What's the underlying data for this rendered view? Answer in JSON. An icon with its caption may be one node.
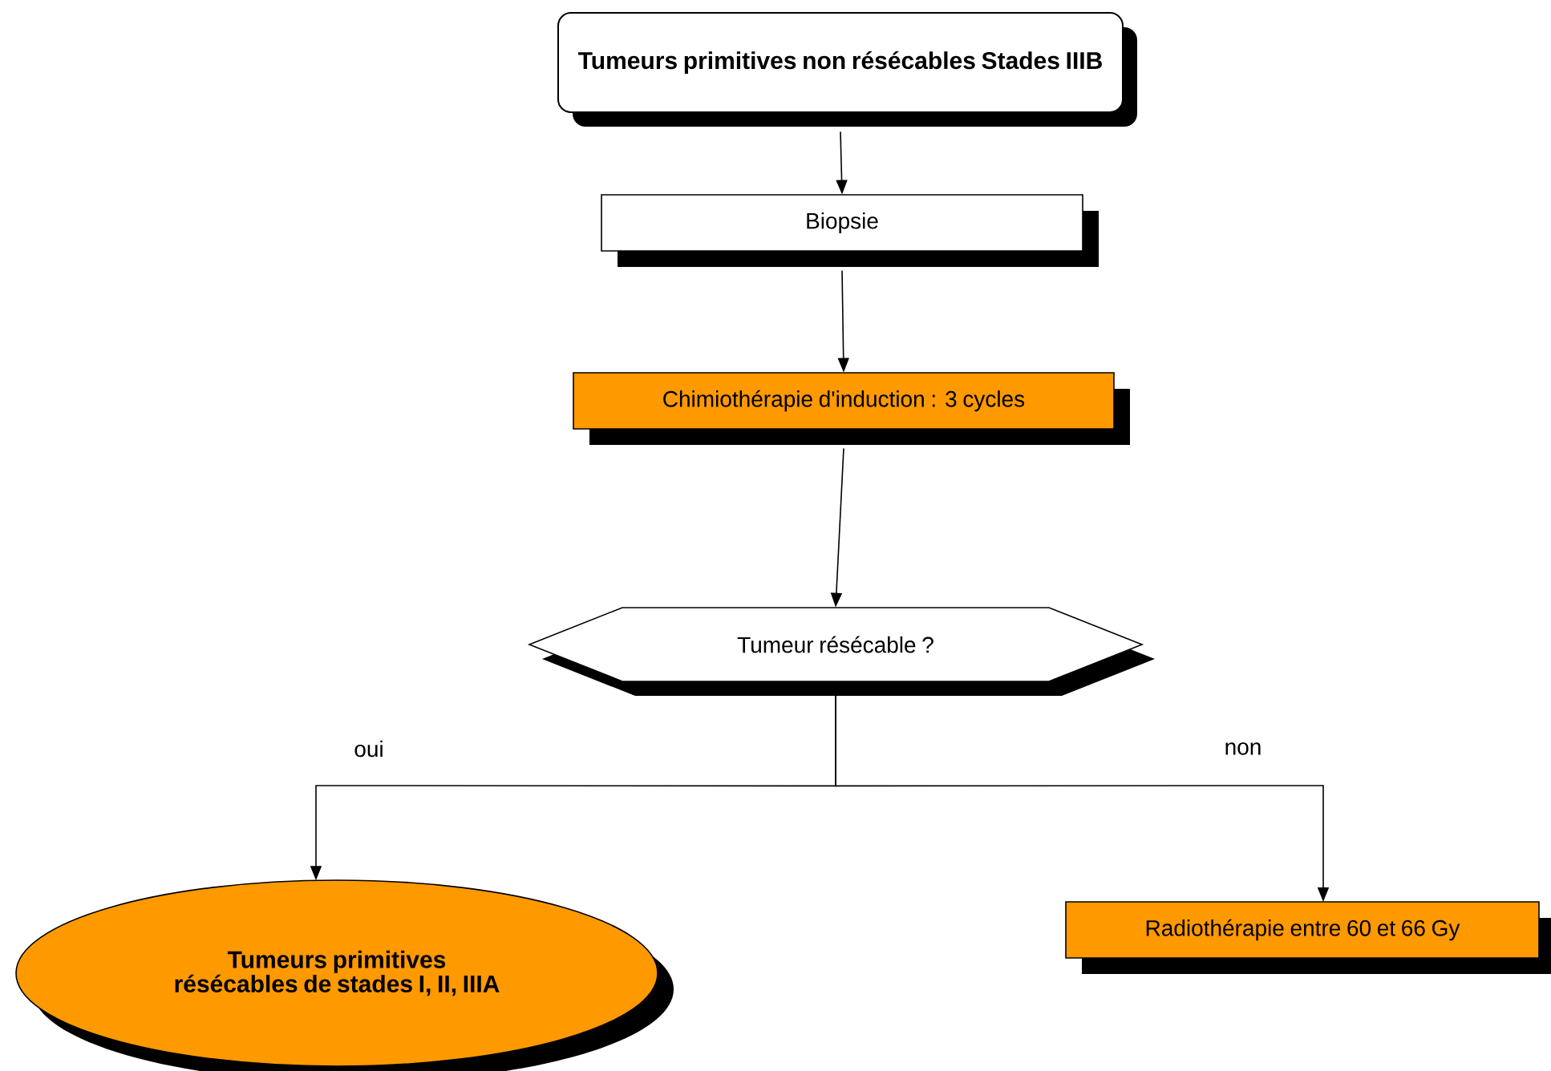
{
  "diagram": {
    "nodes": [
      {
        "text": [
          "Tumeurs primitives non résécables Stades IIIB"
        ]
      },
      {
        "text": [
          "Biopsie"
        ]
      },
      {
        "text": [
          "Chimiothérapie d'induction : 3 cycles"
        ]
      },
      {
        "text": [
          "Tumeur résécable ?"
        ]
      },
      {
        "text": [
          "Tumeurs primitives résécables de stades I, II, IIIA"
        ]
      },
      {
        "text": [
          "Radiothérapie entre 60 et 66 Gy"
        ]
      }
    ],
    "edges": [
      {
        "from": 0,
        "to": 1,
        "arrow": "to"
      },
      {
        "from": 1,
        "to": 2,
        "arrow": "to"
      },
      {
        "from": 2,
        "to": 3,
        "arrow": "to"
      },
      {
        "from": 3,
        "to": 4,
        "arrow": "to",
        "label": "oui"
      },
      {
        "from": 3,
        "to": 5,
        "arrow": "to",
        "label": "non"
      }
    ]
  }
}
